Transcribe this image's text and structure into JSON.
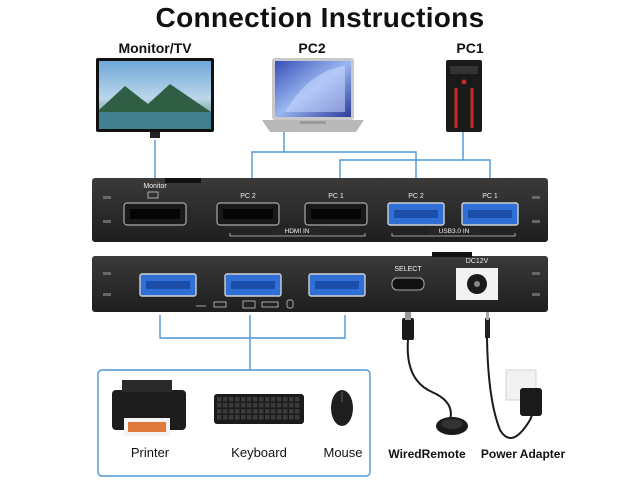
{
  "title": "Connection Instructions",
  "devices": {
    "monitor": "Monitor/TV",
    "pc2": "PC2",
    "pc1": "PC1"
  },
  "front_panel": {
    "ports": [
      {
        "id": "monitor",
        "label": "Monitor"
      },
      {
        "id": "hdmi-pc2",
        "label": "PC 2"
      },
      {
        "id": "hdmi-pc1",
        "label": "PC 1"
      },
      {
        "id": "usb-pc2",
        "label": "PC 2"
      },
      {
        "id": "usb-pc1",
        "label": "PC 1"
      }
    ],
    "hdmi_in": "HDMI IN",
    "usb_in": "USB3.0 IN"
  },
  "back_panel": {
    "select": "SELECT",
    "dc": "DC12V"
  },
  "peripherals": {
    "printer": "Printer",
    "keyboard": "Keyboard",
    "mouse": "Mouse"
  },
  "accessories": {
    "wired_remote": "WiredRemote",
    "power_adapter": "Power Adapter"
  },
  "colors": {
    "wire": "#4f95d6",
    "panel": "#2b2b2b",
    "usb_blue": "#2f6fd6"
  }
}
